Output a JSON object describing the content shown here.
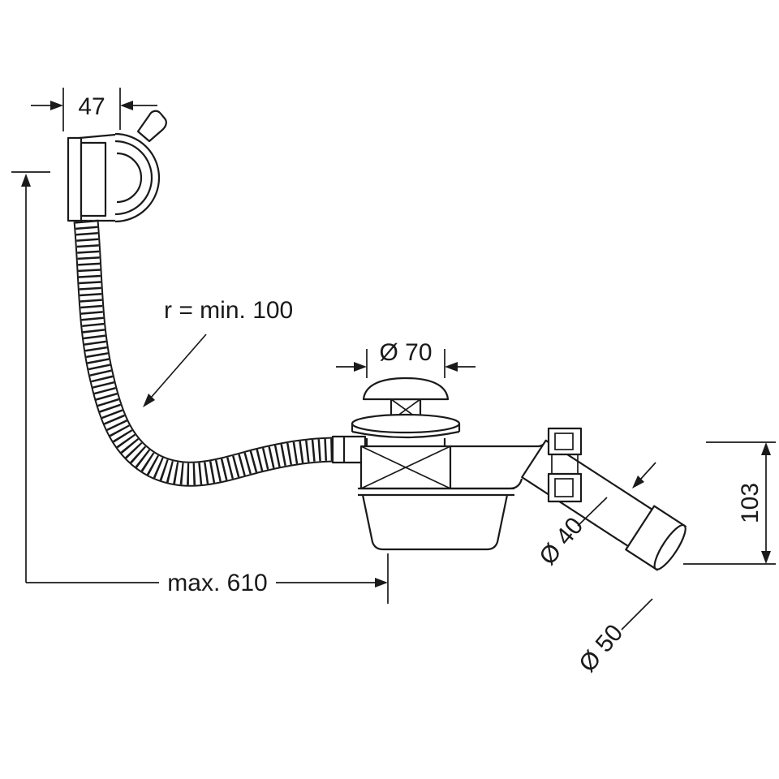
{
  "page": {
    "background": "#ffffff",
    "line_color": "#1a1a1a",
    "kind": "technical dimensional drawing"
  },
  "labels": {
    "overflow_width": "47",
    "hose_bend_radius": "r = min. 100",
    "plug_diameter": "Ø 70",
    "pipe_diameter": "Ø 40",
    "outlet_diameter": "Ø 50",
    "outlet_height": "103",
    "max_length": "max. 610"
  }
}
